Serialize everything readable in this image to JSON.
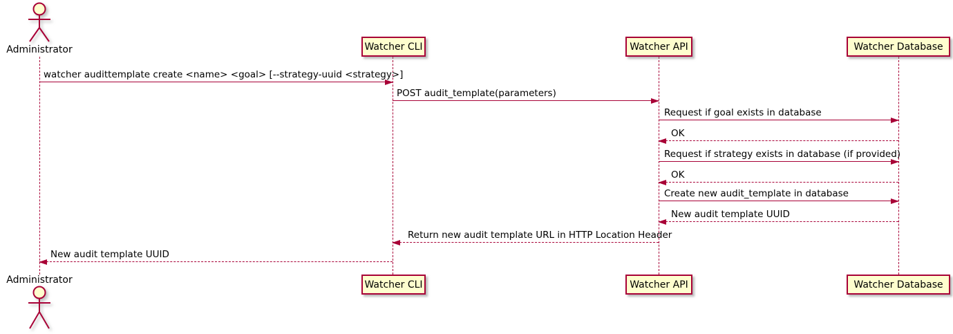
{
  "diagram": {
    "type": "uml-sequence-diagram",
    "colors": {
      "participant_fill": "#FEFECE",
      "participant_border": "#A80036",
      "line_color": "#A80036",
      "text_color": "#000000",
      "background": "#FFFFFF"
    },
    "actor": {
      "name": "Administrator"
    },
    "participants": [
      {
        "label": "Watcher CLI"
      },
      {
        "label": "Watcher API"
      },
      {
        "label": "Watcher Database"
      }
    ],
    "messages": [
      {
        "from": "Administrator",
        "to": "Watcher CLI",
        "style": "solid",
        "text": "watcher audittemplate create <name> <goal> [--strategy-uuid <strategy>]"
      },
      {
        "from": "Watcher CLI",
        "to": "Watcher API",
        "style": "solid",
        "text": "POST audit_template(parameters)"
      },
      {
        "from": "Watcher API",
        "to": "Watcher Database",
        "style": "solid",
        "text": "Request if goal exists in database"
      },
      {
        "from": "Watcher Database",
        "to": "Watcher API",
        "style": "dashed",
        "text": "OK"
      },
      {
        "from": "Watcher API",
        "to": "Watcher Database",
        "style": "solid",
        "text": "Request if strategy exists in database (if provided)"
      },
      {
        "from": "Watcher Database",
        "to": "Watcher API",
        "style": "dashed",
        "text": "OK"
      },
      {
        "from": "Watcher API",
        "to": "Watcher Database",
        "style": "solid",
        "text": "Create new audit_template in database"
      },
      {
        "from": "Watcher Database",
        "to": "Watcher API",
        "style": "dashed",
        "text": "New audit template UUID"
      },
      {
        "from": "Watcher API",
        "to": "Watcher CLI",
        "style": "dashed",
        "text": "Return new audit template URL in HTTP Location Header"
      },
      {
        "from": "Watcher CLI",
        "to": "Administrator",
        "style": "dashed",
        "text": "New audit template UUID"
      }
    ]
  }
}
